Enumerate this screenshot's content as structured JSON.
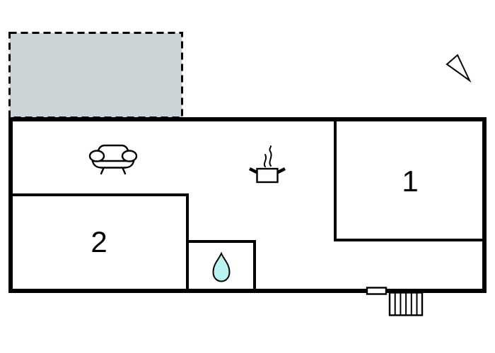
{
  "colors": {
    "background": "#ffffff",
    "wall": "#000000",
    "terrace_fill": "#cbd5d8",
    "water_drop_fill": "#baf4f2"
  },
  "floor_plan": {
    "rooms": [
      {
        "id": "room-1",
        "label": "1"
      },
      {
        "id": "room-2",
        "label": "2"
      }
    ],
    "icons": [
      "terrace-area",
      "sofa-icon",
      "cooking-pot-icon",
      "steam-icon",
      "water-drop-icon",
      "north-arrow-icon",
      "door-icon",
      "stairs-icon"
    ]
  }
}
